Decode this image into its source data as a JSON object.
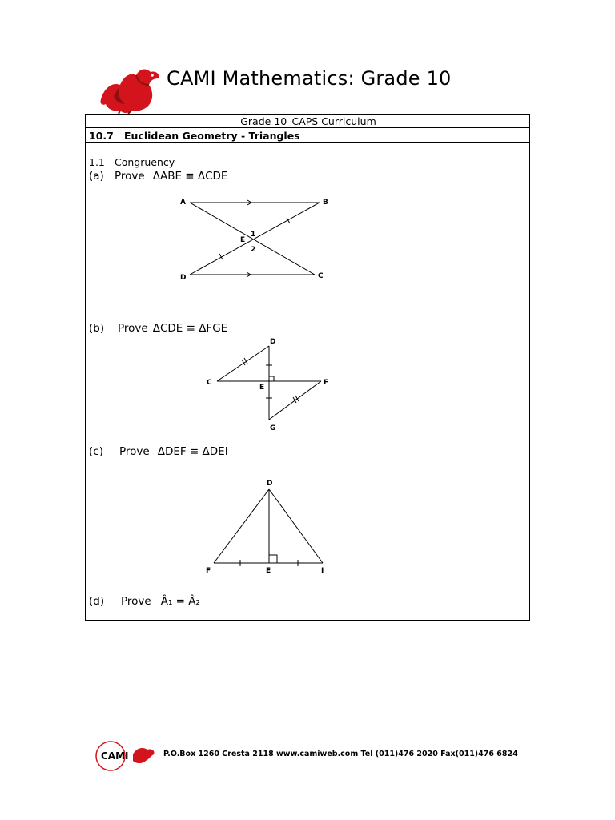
{
  "header": {
    "title": "CAMI Mathematics: Grade 10"
  },
  "table": {
    "curriculum": "Grade 10_CAPS Curriculum",
    "section_number": "10.7",
    "section_title": "Euclidean Geometry - Triangles"
  },
  "topic": {
    "number": "1.1",
    "title": "Congruency"
  },
  "questions": [
    {
      "label": "(a)",
      "prove_word": "Prove",
      "statement": "ΔABE ≡ ΔCDE"
    },
    {
      "label": "(b)",
      "prove_word": "Prove",
      "statement": "ΔCDE ≡ ΔFGE"
    },
    {
      "label": "(c)",
      "prove_word": "Prove",
      "statement": "ΔDEF ≡ ΔDEI"
    },
    {
      "label": "(d)",
      "prove_word": "Prove",
      "statement": "Â₁ = Â₂"
    }
  ],
  "figures": {
    "a": {
      "A": "A",
      "B": "B",
      "C": "C",
      "D": "D",
      "E": "E",
      "angle1": "1",
      "angle2": "2"
    },
    "b": {
      "C": "C",
      "D": "D",
      "E": "E",
      "F": "F",
      "G": "G"
    },
    "c": {
      "D": "D",
      "E": "E",
      "F": "F",
      "I": "I"
    }
  },
  "footer": {
    "logo_text": "CAMI",
    "contact": "P.O.Box 1260 Cresta 2118  www.camiweb.com  Tel (011)476 2020  Fax(011)476 6824"
  },
  "colors": {
    "logo_red": "#d4141c",
    "logo_dark_red": "#8e0e12",
    "text": "#000000"
  }
}
